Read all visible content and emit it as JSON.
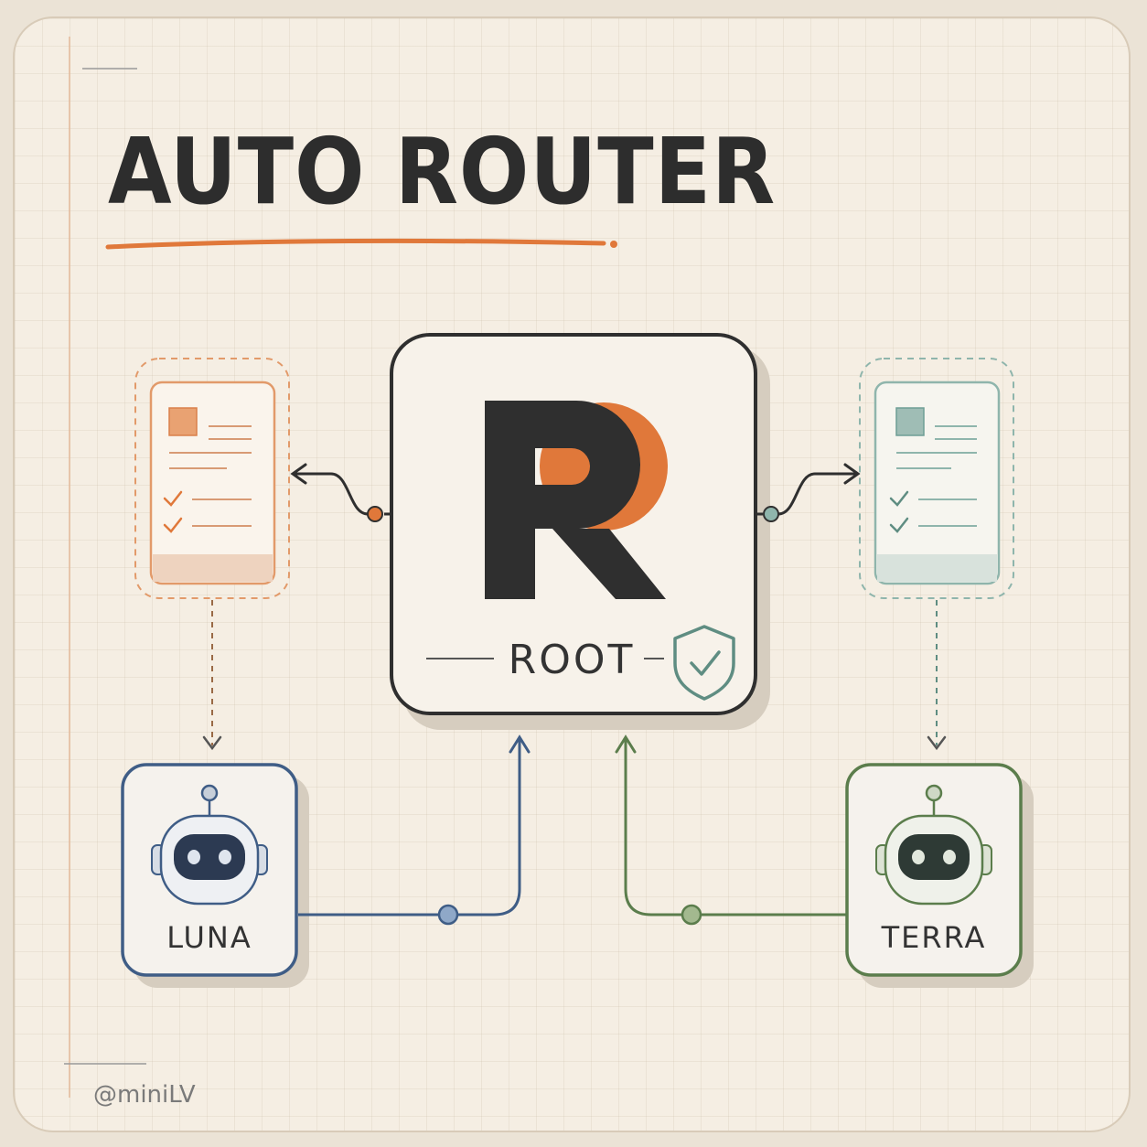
{
  "title": "AUTO ROUTER",
  "watermark": "@miniLV",
  "nodes": {
    "root": {
      "label": "ROOT",
      "logo_icon": "r-logo-icon",
      "badge_icon": "shield-check-icon"
    },
    "luna": {
      "label": "LUNA",
      "icon": "robot-icon"
    },
    "terra": {
      "label": "TERRA",
      "icon": "robot-icon"
    }
  },
  "colors": {
    "orange": "#e0783a",
    "teal": "#6e9e95",
    "blue": "#3f5d86",
    "green": "#5b7d4c",
    "ink": "#2f2f2f",
    "paper": "#f5eee3"
  }
}
